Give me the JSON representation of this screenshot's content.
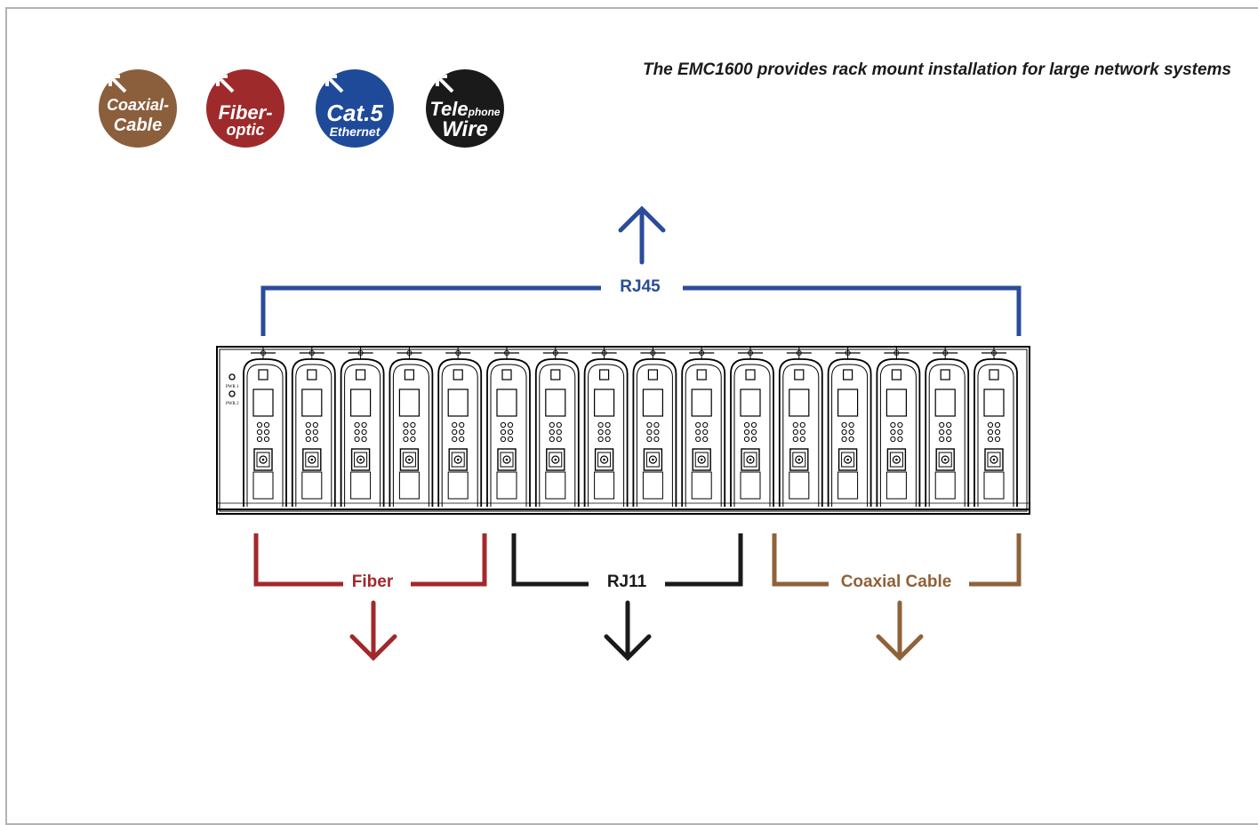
{
  "caption": "The EMC1600 provides rack mount installation for large network systems",
  "badges": [
    {
      "line1": "Coaxial-",
      "line2": "Cable",
      "color": "#8b5e3c",
      "icon": "arrow-up-left-icon"
    },
    {
      "line1": "Fiber-",
      "line2": "optic",
      "color": "#9e2a2b",
      "icon": "arrow-up-left-icon"
    },
    {
      "line1": "Cat.5",
      "line2": "Ethernet",
      "color": "#1f4a9a",
      "icon": "arrow-up-left-icon"
    },
    {
      "line1": "Tele",
      "line1_small": "phone",
      "line2": "Wire",
      "color": "#1a1a1a",
      "icon": "arrow-up-left-icon"
    }
  ],
  "groups": {
    "rj45": {
      "label": "RJ45",
      "color": "#2b4c9b",
      "direction": "up"
    },
    "fiber": {
      "label": "Fiber",
      "color": "#a3282b",
      "direction": "down"
    },
    "rj11": {
      "label": "RJ11",
      "color": "#1a1a1a",
      "direction": "down"
    },
    "coax": {
      "label": "Coaxial Cable",
      "color": "#8f6239",
      "direction": "down"
    }
  },
  "chassis": {
    "slot_count": 16,
    "pwr_labels": [
      "PWR 1",
      "PWR 2"
    ]
  }
}
